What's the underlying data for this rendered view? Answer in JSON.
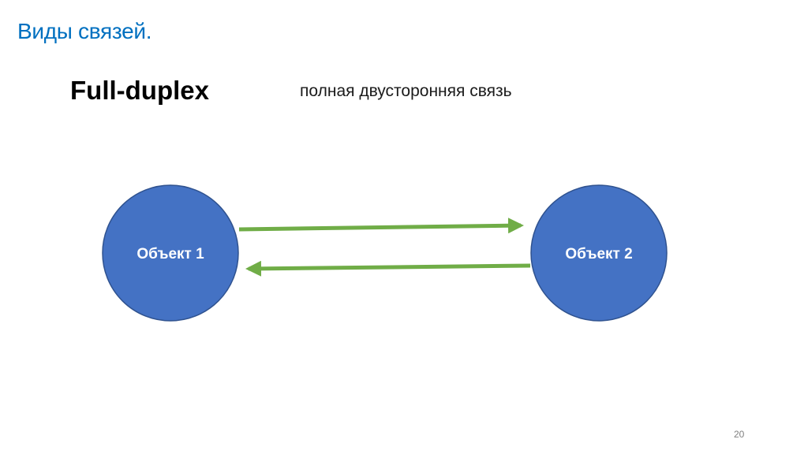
{
  "slide": {
    "title": "Виды связей.",
    "heading": "Full-duplex",
    "subheading": "полная двусторонняя связь",
    "page_number": "20"
  },
  "diagram": {
    "nodes": [
      {
        "id": "object-1",
        "label": "Объект 1"
      },
      {
        "id": "object-2",
        "label": "Объект 2"
      }
    ],
    "edges": [
      {
        "from": "object-1",
        "to": "object-2",
        "direction": "right"
      },
      {
        "from": "object-2",
        "to": "object-1",
        "direction": "left"
      }
    ],
    "colors": {
      "node_fill": "#4472c4",
      "node_stroke": "#2f528f",
      "arrow": "#70ad47",
      "title": "#0070c0"
    }
  }
}
